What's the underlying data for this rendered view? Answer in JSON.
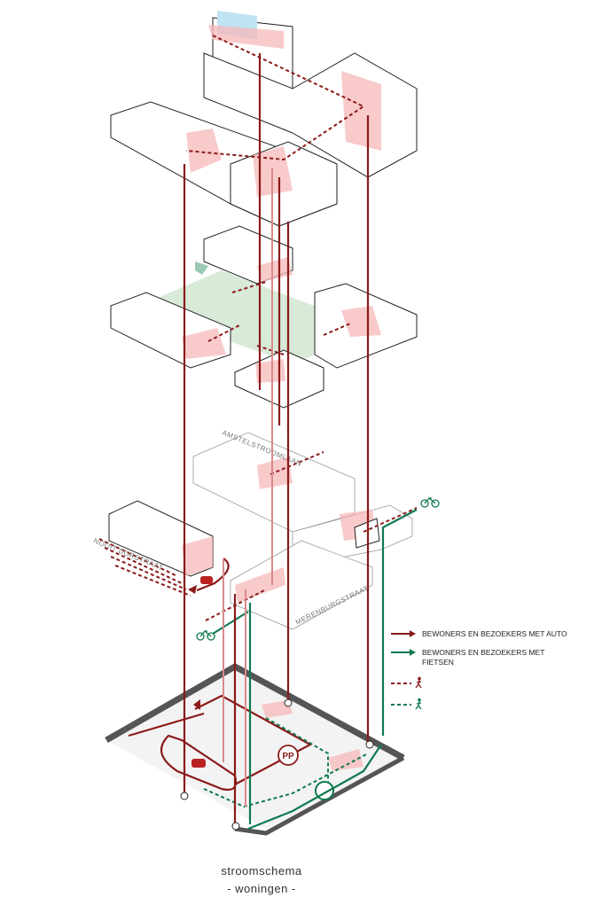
{
  "streets": {
    "amstelstroomlaan": "AMSTELSTROOMLAAN",
    "nooit_dorstraat": "NOOIT DORSTRAAT",
    "merenburgstraat": "MERENBURGSTRAAT"
  },
  "parking_badge": "PP",
  "legend": [
    {
      "label": "BEWONERS EN BEZOEKERS MET AUTO",
      "style": "solid-arrow",
      "color": "#8b1a1a"
    },
    {
      "label": "BEWONERS EN BEZOEKERS MET FIETSEN",
      "style": "solid-arrow",
      "color": "#0f7a4f"
    },
    {
      "label": "",
      "style": "dashed-pedestrian",
      "color": "#8b1a1a"
    },
    {
      "label": "",
      "style": "dashed-pedestrian",
      "color": "#0f7a4f"
    }
  ],
  "caption": {
    "title": "stroomschema",
    "subtitle": "- woningen -"
  },
  "colors": {
    "auto": "#8b1a1a",
    "bike": "#0f7a4f",
    "highlight": "#f7b8b8",
    "courtyard": "#d8ead8"
  }
}
